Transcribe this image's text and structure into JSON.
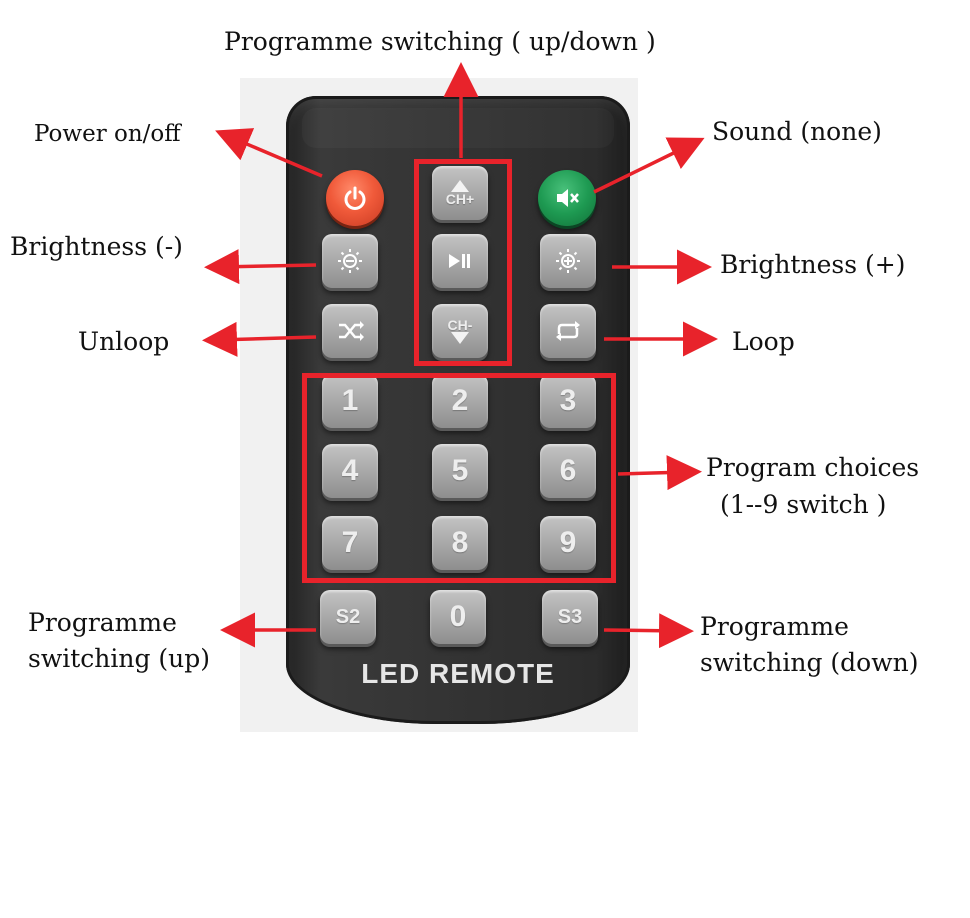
{
  "labels": {
    "programme_switching_updown": "Programme switching ( up/down )",
    "power": "Power on/off",
    "sound": "Sound (none)",
    "brightness_minus": "Brightness (-)",
    "brightness_plus": "Brightness (+)",
    "unloop": "Unloop",
    "loop": "Loop",
    "program_choices_1": "Program choices",
    "program_choices_2": " (1--9 switch )",
    "programme_up_1": "Programme",
    "programme_up_2": "switching (up)",
    "programme_down_1": "Programme",
    "programme_down_2": "switching (down)"
  },
  "remote": {
    "brand": "LED REMOTE",
    "ch_plus": "CH+",
    "ch_minus": "CH-",
    "s2": "S2",
    "s3": "S3",
    "digits": [
      "1",
      "2",
      "3",
      "4",
      "5",
      "6",
      "7",
      "8",
      "9",
      "0"
    ]
  },
  "colors": {
    "highlight": "#e8232b",
    "arrow": "#e8232b",
    "power_button": "#f05a3a",
    "mute_button": "#1e9a52",
    "key": "#a6a6a6"
  },
  "icons": {
    "power": "power-icon",
    "mute": "speaker-mute-icon",
    "brightness_down": "brightness-down-icon",
    "brightness_up": "brightness-up-icon",
    "play_pause": "play-pause-icon",
    "unloop": "shuffle-icon",
    "loop": "repeat-icon"
  }
}
